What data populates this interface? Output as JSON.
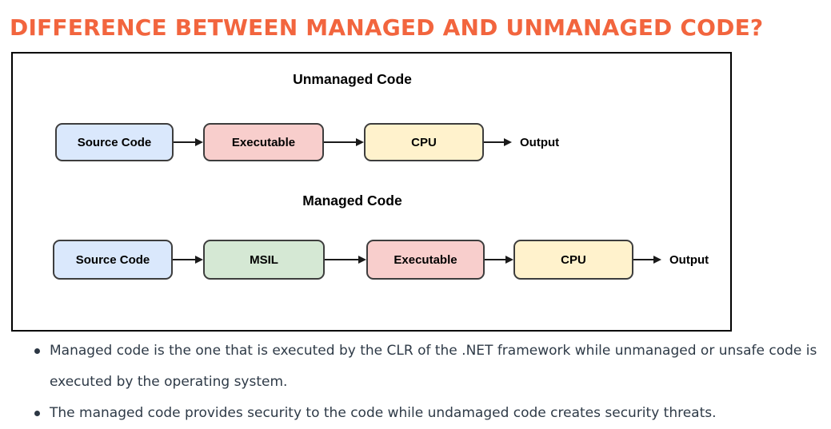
{
  "page": {
    "title": "DIFFERENCE BETWEEN MANAGED AND UNMANAGED CODE?"
  },
  "colors": {
    "title_orange": "#F2653E",
    "frame_border": "#000000",
    "node_border": "#3D3D3D",
    "arrow_black": "#1A1A1A",
    "node_blue": "#DAE8FC",
    "node_pink": "#F8CECC",
    "node_yellow": "#FFF2CC",
    "node_green": "#D5E8D4",
    "body_text": "#2E3A47"
  },
  "diagram": {
    "flows": [
      {
        "title": "Unmanaged Code",
        "nodes": [
          {
            "label": "Source Code",
            "fill": "#DAE8FC"
          },
          {
            "label": "Executable",
            "fill": "#F8CECC"
          },
          {
            "label": "CPU",
            "fill": "#FFF2CC"
          }
        ],
        "output_label": "Output"
      },
      {
        "title": "Managed Code",
        "nodes": [
          {
            "label": "Source Code",
            "fill": "#DAE8FC"
          },
          {
            "label": "MSIL",
            "fill": "#D5E8D4"
          },
          {
            "label": "Executable",
            "fill": "#F8CECC"
          },
          {
            "label": "CPU",
            "fill": "#FFF2CC"
          }
        ],
        "output_label": "Output"
      }
    ]
  },
  "notes": {
    "bullets": [
      "Managed code is the one that is executed by the CLR of the .NET framework while unmanaged or unsafe code is executed by the operating system.",
      "The managed code provides security to the code while undamaged code creates security threats."
    ]
  }
}
